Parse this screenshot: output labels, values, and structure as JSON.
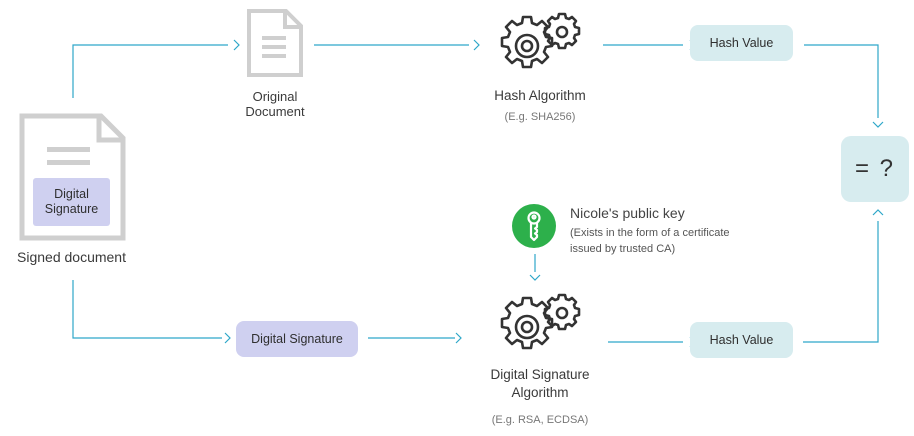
{
  "signed_document": {
    "label": "Signed document",
    "badge_label": "Digital\nSignature"
  },
  "original_document": {
    "label": "Original\nDocument"
  },
  "hash_algorithm": {
    "label": "Hash Algorithm",
    "example": "(E.g. SHA256)"
  },
  "hash_value_top": {
    "label": "Hash Value"
  },
  "hash_value_bottom": {
    "label": "Hash Value"
  },
  "comparison": {
    "label": "= ?"
  },
  "public_key": {
    "title": "Nicole's public key",
    "note": "(Exists in the form of a certificate\nissued by trusted CA)"
  },
  "digital_signature_pill": {
    "label": "Digital Signature"
  },
  "signature_algorithm": {
    "label": "Digital Signature\nAlgorithm",
    "example": "(E.g. RSA, ECDSA)"
  },
  "colors": {
    "line": "#2ea7c9",
    "hash_bg": "#d7ecef",
    "signature_bg": "#cfd0f0",
    "key_green": "#2db04b",
    "doc_gray": "#cfcfcf"
  },
  "icons": [
    "document-icon",
    "gears-icon",
    "key-icon",
    "chevron-icon"
  ]
}
